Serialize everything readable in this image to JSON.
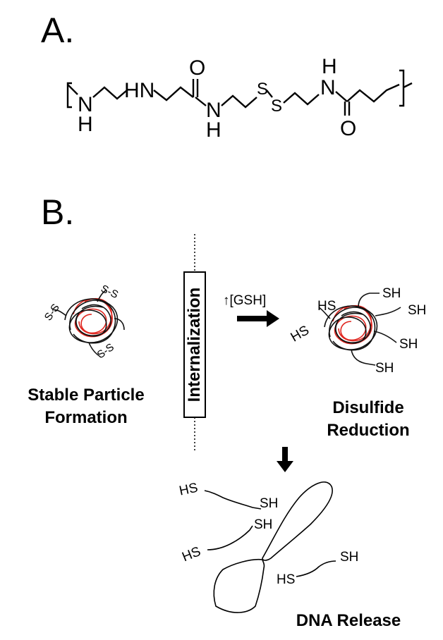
{
  "panels": {
    "a": "A.",
    "b": "B."
  },
  "structure": {
    "atom_nh_left": "N",
    "atom_h_left": "H",
    "atom_hn": "HN",
    "atom_o_top": "O",
    "atom_n_mid": "N",
    "atom_h_mid": "H",
    "atom_s1": "S",
    "atom_s2": "S",
    "atom_h_right": "H",
    "atom_n_right": "N",
    "atom_o_bottom": "O"
  },
  "labels": {
    "stable": [
      "Stable Particle",
      "Formation"
    ],
    "internalization": "Internalization",
    "gsh": "↑[GSH]",
    "disulfide": [
      "Disulfide",
      "Reduction"
    ],
    "dna_release": "DNA Release"
  },
  "particle1": {
    "ss_top": "S-S",
    "ss_left": "S-S",
    "ss_bottom": "S-S"
  },
  "particle2": {
    "sh_top": "SH",
    "sh_right": "SH",
    "sh_right2": "SH",
    "sh_bottom": "SH",
    "hs_left": "HS",
    "hs_left2": "HS"
  },
  "release": {
    "hs1": "HS",
    "sh1": "SH",
    "sh2": "SH",
    "hs2": "HS",
    "hs3": "HS",
    "sh3": "SH"
  }
}
